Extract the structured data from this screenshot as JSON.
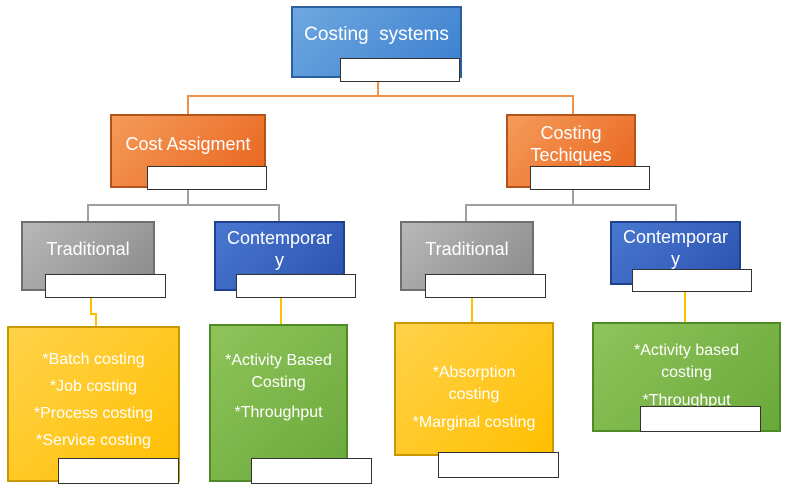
{
  "root": {
    "label": "Costing  systems"
  },
  "left_branch": {
    "label": "Cost Assigment"
  },
  "right_branch": {
    "label_line1": "Costing",
    "label_line2": "Techiques"
  },
  "l_trad": {
    "label": "Traditional"
  },
  "l_cont": {
    "label_line1": "Contemporar",
    "label_line2": "y"
  },
  "r_trad": {
    "label": "Traditional"
  },
  "r_cont": {
    "label_line1": "Contemporar",
    "label_line2": "y"
  },
  "leaf1": {
    "items": [
      "*Batch costing",
      "*Job costing",
      "*Process costing",
      "*Service costing"
    ]
  },
  "leaf2": {
    "items": [
      "*Activity Based",
      "Costing",
      "*Throughput"
    ]
  },
  "leaf3": {
    "items": [
      "*Absorption",
      "costing",
      "*Marginal costing"
    ]
  },
  "leaf4": {
    "items": [
      "*Activity based",
      "costing",
      "*Throughput"
    ]
  },
  "colors": {
    "root": "#5b9bd5",
    "branch": "#ed7d31",
    "traditional": "#a5a5a5",
    "contemporary": "#4472c4",
    "leaf_traditional": "#ffc000",
    "leaf_contemporary": "#70ad47"
  }
}
